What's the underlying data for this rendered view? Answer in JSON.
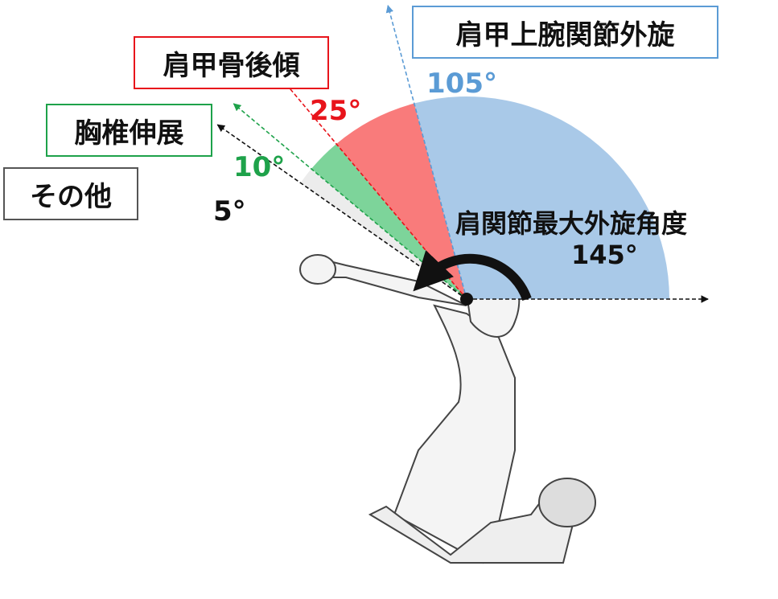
{
  "labels": {
    "humeral_er": {
      "text": "肩甲上腕関節外旋",
      "degrees": "105°",
      "color": "#5b9bd5",
      "fill": "#a9c9e8"
    },
    "scapular_tilt": {
      "text": "肩甲骨後傾",
      "degrees": "25°",
      "color": "#e8141b",
      "fill": "#f97b7b"
    },
    "thoracic_ext": {
      "text": "胸椎伸展",
      "degrees": "10°",
      "color": "#1ea24a",
      "fill": "#7dd49a"
    },
    "other": {
      "text": "その他",
      "degrees": "5°",
      "color": "#555555",
      "fill": "#ececec"
    },
    "total": {
      "text": "肩関節最大外旋角度",
      "degrees": "145°"
    }
  }
}
